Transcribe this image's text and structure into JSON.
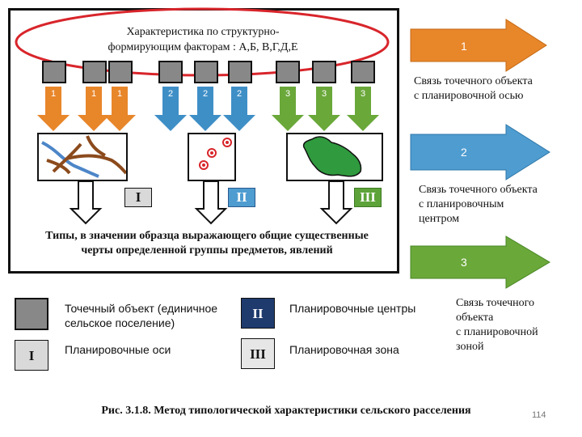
{
  "header": {
    "line1": "Характеристика по структурно-",
    "line2": "формирующим факторам : А,Б, В,Г,Д,Е"
  },
  "factor_numbers": [
    "1",
    "1",
    "1",
    "2",
    "2",
    "2",
    "3",
    "3",
    "3"
  ],
  "type_labels": [
    "I",
    "II",
    "III"
  ],
  "types_text": {
    "line1": "Типы,  в значении образца выражающего общие существенные",
    "line2": "черты определенной группы предметов, явлений"
  },
  "side_arrows": [
    {
      "num": "1",
      "lines": [
        "Связь точечного объекта",
        "с планировочной осью"
      ]
    },
    {
      "num": "2",
      "lines": [
        "Связь точечного объекта",
        "с планировочным",
        "центром"
      ]
    },
    {
      "num": "3",
      "lines": [
        "Связь точечного",
        "объекта",
        "с планировочной",
        "зоной"
      ]
    }
  ],
  "legend": [
    {
      "symbol": "",
      "lines": [
        "Точечный объект (единичное",
        "сельское поселение)"
      ]
    },
    {
      "symbol": "I",
      "lines": [
        "Планировочные оси"
      ]
    },
    {
      "symbol": "II",
      "lines": [
        "Планировочные центры"
      ]
    },
    {
      "symbol": "III",
      "lines": [
        "Планировочная зона"
      ]
    }
  ],
  "caption": "Рис. 3.1.8. Метод типологической характеристики сельского расселения",
  "page_number": "114",
  "colors": {
    "orange": "#e8862a",
    "blue": "#3f8fc7",
    "green": "#6aa83a",
    "ellipse": "#d8252b",
    "map_green": "#2f9a3e"
  }
}
